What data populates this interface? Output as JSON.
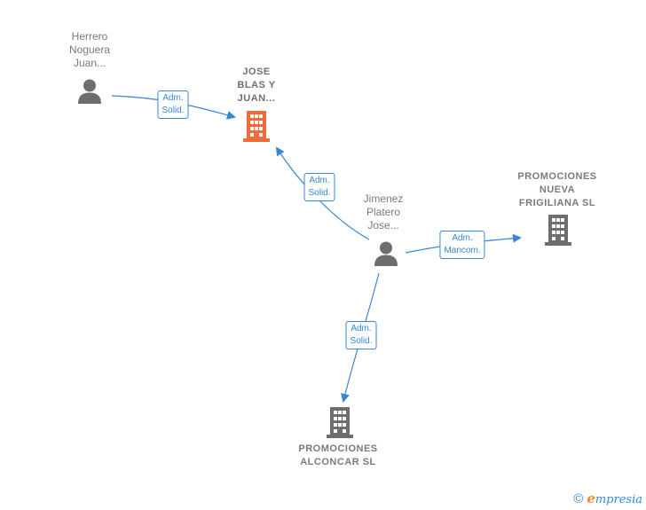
{
  "nodes": {
    "herrero": {
      "label": "Herrero\nNoguera\nJuan..."
    },
    "jose_blas": {
      "label": "JOSE\nBLAS Y\nJUAN..."
    },
    "jimenez": {
      "label": "Jimenez\nPlatero\nJose..."
    },
    "nueva_frigiliana": {
      "label": "PROMOCIONES\nNUEVA\nFRIGILIANA  SL"
    },
    "alconcar": {
      "label": "PROMOCIONES\nALCONCAR  SL"
    }
  },
  "edges": [
    {
      "label": "Adm.\nSolid."
    },
    {
      "label": "Adm.\nSolid."
    },
    {
      "label": "Adm.\nMancom."
    },
    {
      "label": "Adm.\nSolid."
    }
  ],
  "colors": {
    "edge": "#3a86d4",
    "focus_company": "#f26a3a",
    "company": "#6e6e6e",
    "person": "#6e6e6e"
  },
  "footer": {
    "copyright": "©",
    "brand_initial": "e",
    "brand_rest": "mpresia"
  }
}
